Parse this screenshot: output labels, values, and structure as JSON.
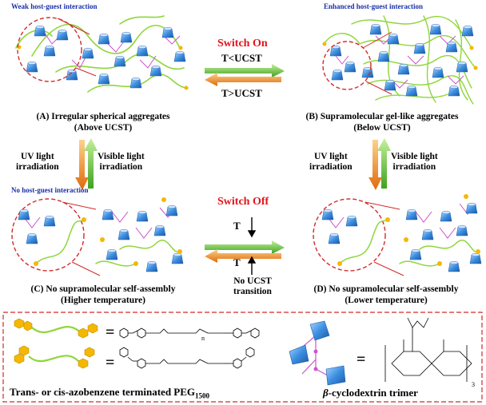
{
  "panels": {
    "A": {
      "header": "Weak host-guest interaction",
      "caption_line1": "(A) Irregular spherical aggregates",
      "caption_line2": "(Above UCST)"
    },
    "B": {
      "header": "Enhanced host-guest interaction",
      "caption_line1": "(B) Supramolecular gel-like aggregates",
      "caption_line2": "(Below UCST)"
    },
    "C": {
      "header": "No host-guest interaction",
      "caption_line1": "(C) No supramolecular self-assembly",
      "caption_line2": "(Higher temperature)"
    },
    "D": {
      "caption_line1": "(D) No supramolecular self-assembly",
      "caption_line2": "(Lower temperature)"
    }
  },
  "switch_on": {
    "label": "Switch On",
    "cond_top": "T<UCST",
    "cond_bottom": "T>UCST"
  },
  "switch_off": {
    "label": "Switch Off",
    "cond_top": "T",
    "cond_bottom": "T",
    "note_line1": "No UCST",
    "note_line2": "transition"
  },
  "light": {
    "uv_line1": "UV light",
    "uv_line2": "irradiation",
    "vis_line1": "Visible light",
    "vis_line2": "irradiation"
  },
  "legend": {
    "peg_prefix": "Trans- or cis-azobenzene terminated PEG",
    "peg_sub": "1500",
    "eq": "=",
    "cd_beta": "β",
    "cd_label": "-cyclodextrin trimer",
    "subscript_n": "n",
    "subscript_3": "3"
  },
  "colors": {
    "switch_red": "#e0141c",
    "header_blue": "#1a2fa8",
    "chain_green": "#8fd63a",
    "azo_yellow": "#f5b800",
    "cd_blue": "#3d8fe0",
    "linker_pink": "#cc55cc",
    "arrow_green": "#57c232",
    "arrow_orange": "#f08a1a",
    "dashed_red": "#d22a2a"
  }
}
